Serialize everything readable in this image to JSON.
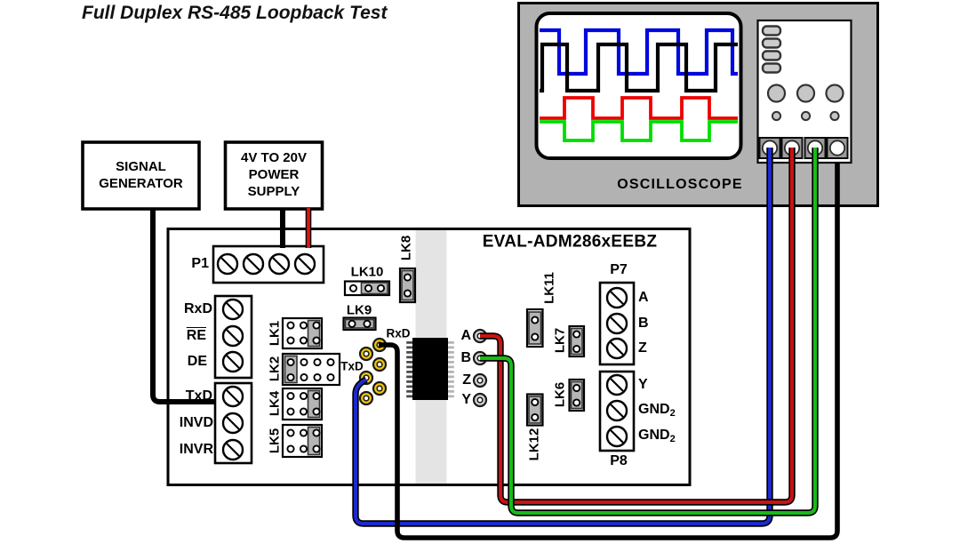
{
  "title": "Full Duplex RS-485 Loopback Test",
  "signal_generator": {
    "line1": "SIGNAL",
    "line2": "GENERATOR"
  },
  "power_supply": {
    "line1": "4V TO 20V",
    "line2": "POWER",
    "line3": "SUPPLY"
  },
  "oscilloscope": {
    "label": "OSCILLOSCOPE",
    "trace_colors": {
      "ch1": "#0008dd",
      "ch2": "#ee0000",
      "ch3": "#00dd00",
      "ch4": "#000000"
    }
  },
  "board": {
    "title": "EVAL-ADM286xEEBZ",
    "p1_label": "P1",
    "signal_labels": {
      "rxd": "RxD",
      "re": "RE",
      "de": "DE",
      "txd": "TxD",
      "invd": "INVD",
      "invr": "INVR"
    },
    "jumper_labels": {
      "lk1": "LK1",
      "lk2": "LK2",
      "lk4": "LK4",
      "lk5": "LK5",
      "lk8": "LK8",
      "lk9": "LK9",
      "lk10": "LK10",
      "lk11": "LK11",
      "lk7": "LK7",
      "lk6": "LK6",
      "lk12": "LK12"
    },
    "testpoint_labels": {
      "rxd": "RxD",
      "txd": "TxD",
      "a": "A",
      "b": "B",
      "z": "Z",
      "y": "Y"
    },
    "p7": {
      "label": "P7",
      "pins": [
        "A",
        "B",
        "Z"
      ]
    },
    "p8": {
      "label": "P8",
      "pins": [
        "Y",
        "GND",
        "GND"
      ],
      "gnd_sub": "2"
    }
  },
  "wire_colors": {
    "txd_to_scope": "#1d2acc",
    "a_to_scope": "#cc1212",
    "b_to_scope": "#19bb19",
    "rxd_to_scope": "#000000",
    "power_positive": "#e01111",
    "power_negative": "#000000"
  }
}
